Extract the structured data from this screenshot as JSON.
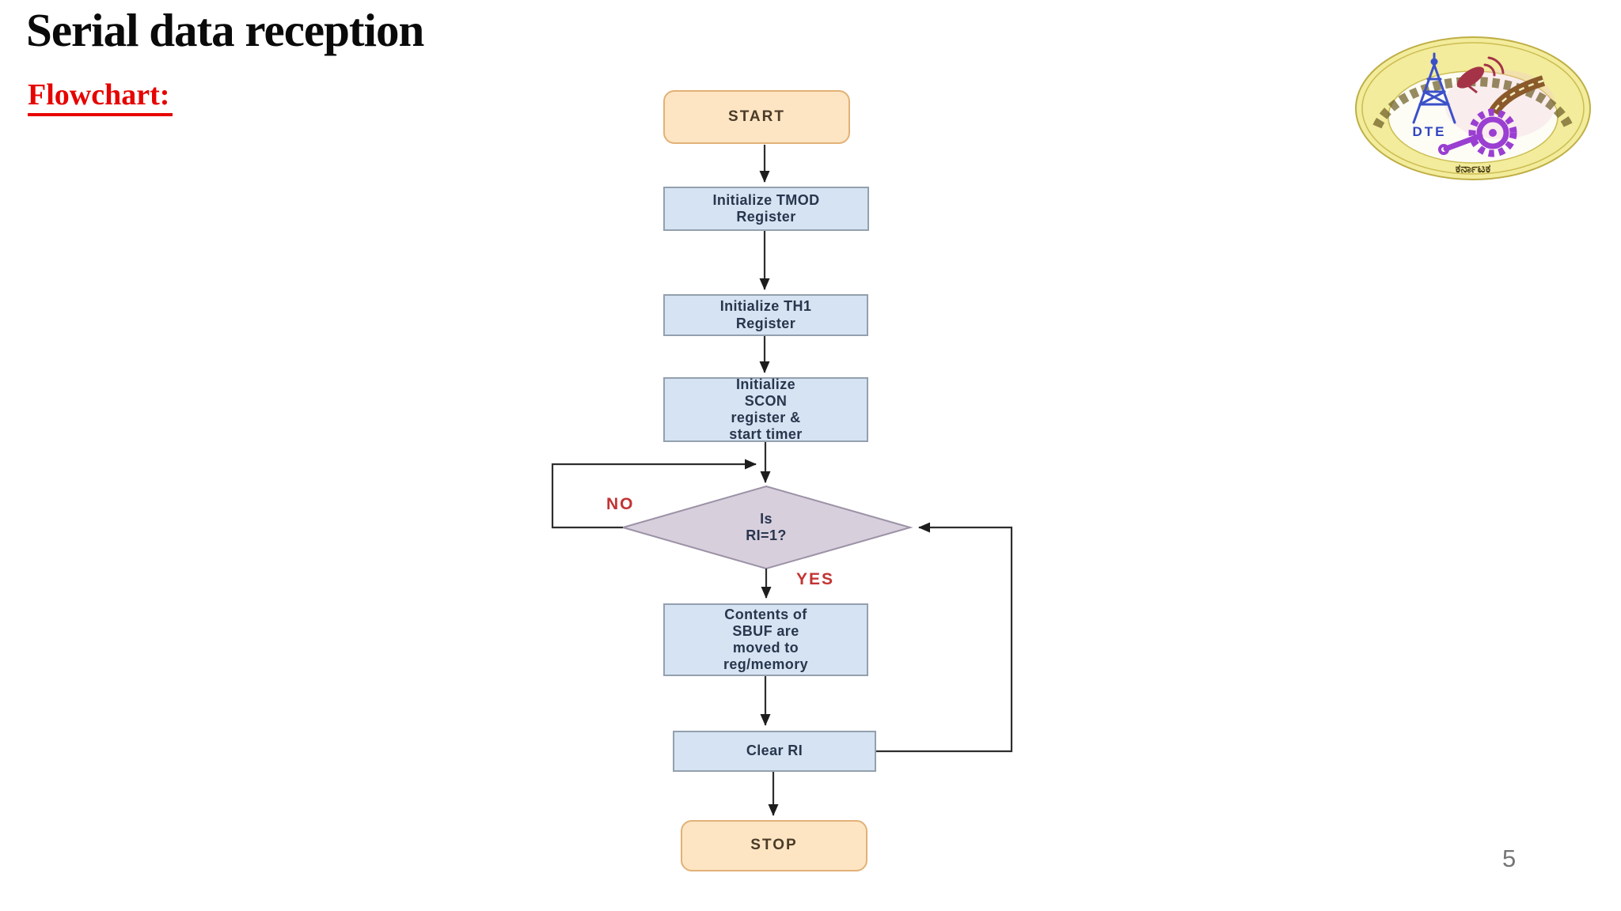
{
  "slide": {
    "title": "Serial data reception",
    "section_label": "Flowchart:",
    "page_number": "5"
  },
  "flowchart": {
    "nodes": {
      "start": {
        "type": "terminator",
        "label": "START"
      },
      "init_tmod": {
        "type": "process",
        "label": "Initialize TMOD\nRegister"
      },
      "init_th1": {
        "type": "process",
        "label": "Initialize TH1\nRegister"
      },
      "init_scon": {
        "type": "process",
        "label": "Initialize\nSCON\nregister &\nstart timer"
      },
      "decision": {
        "type": "decision",
        "label": "Is\nRI=1?"
      },
      "move_sbuf": {
        "type": "process",
        "label": "Contents of\nSBUF are\nmoved to\nreg/memory"
      },
      "clear_ri": {
        "type": "process",
        "label": "Clear RI"
      },
      "stop": {
        "type": "terminator",
        "label": "STOP"
      }
    },
    "branch_labels": {
      "no": "NO",
      "yes": "YES"
    },
    "edges": [
      {
        "from": "start",
        "to": "init_tmod"
      },
      {
        "from": "init_tmod",
        "to": "init_th1"
      },
      {
        "from": "init_th1",
        "to": "init_scon"
      },
      {
        "from": "init_scon",
        "to": "decision"
      },
      {
        "from": "decision",
        "to": "decision",
        "label": "NO",
        "note": "loop back to decision entry when RI is not 1"
      },
      {
        "from": "decision",
        "to": "move_sbuf",
        "label": "YES"
      },
      {
        "from": "move_sbuf",
        "to": "clear_ri"
      },
      {
        "from": "clear_ri",
        "to": "stop"
      },
      {
        "from": "clear_ri",
        "to": "decision",
        "note": "right-side loop back to decision"
      }
    ],
    "colors": {
      "terminator_fill": "#fde5c3",
      "terminator_border": "#e2b177",
      "process_fill": "#d5e3f2",
      "process_border": "#93a0ae",
      "decision_fill": "#d8cfdd",
      "decision_border": "#9c92a6",
      "branch_label_color": "#c23434",
      "connector_color": "#2e2e2e",
      "process_text_color": "#28364e",
      "terminator_text_color": "#4a3b28"
    }
  },
  "logo": {
    "org_abbreviation": "DTE",
    "bottom_text": "ಕರ್ನಾಟಕ",
    "ring_fill": "#f2ec9c",
    "icons": [
      "transmission-tower-icon",
      "satellite-dish-icon",
      "road-icon",
      "gear-wrench-icon"
    ]
  }
}
